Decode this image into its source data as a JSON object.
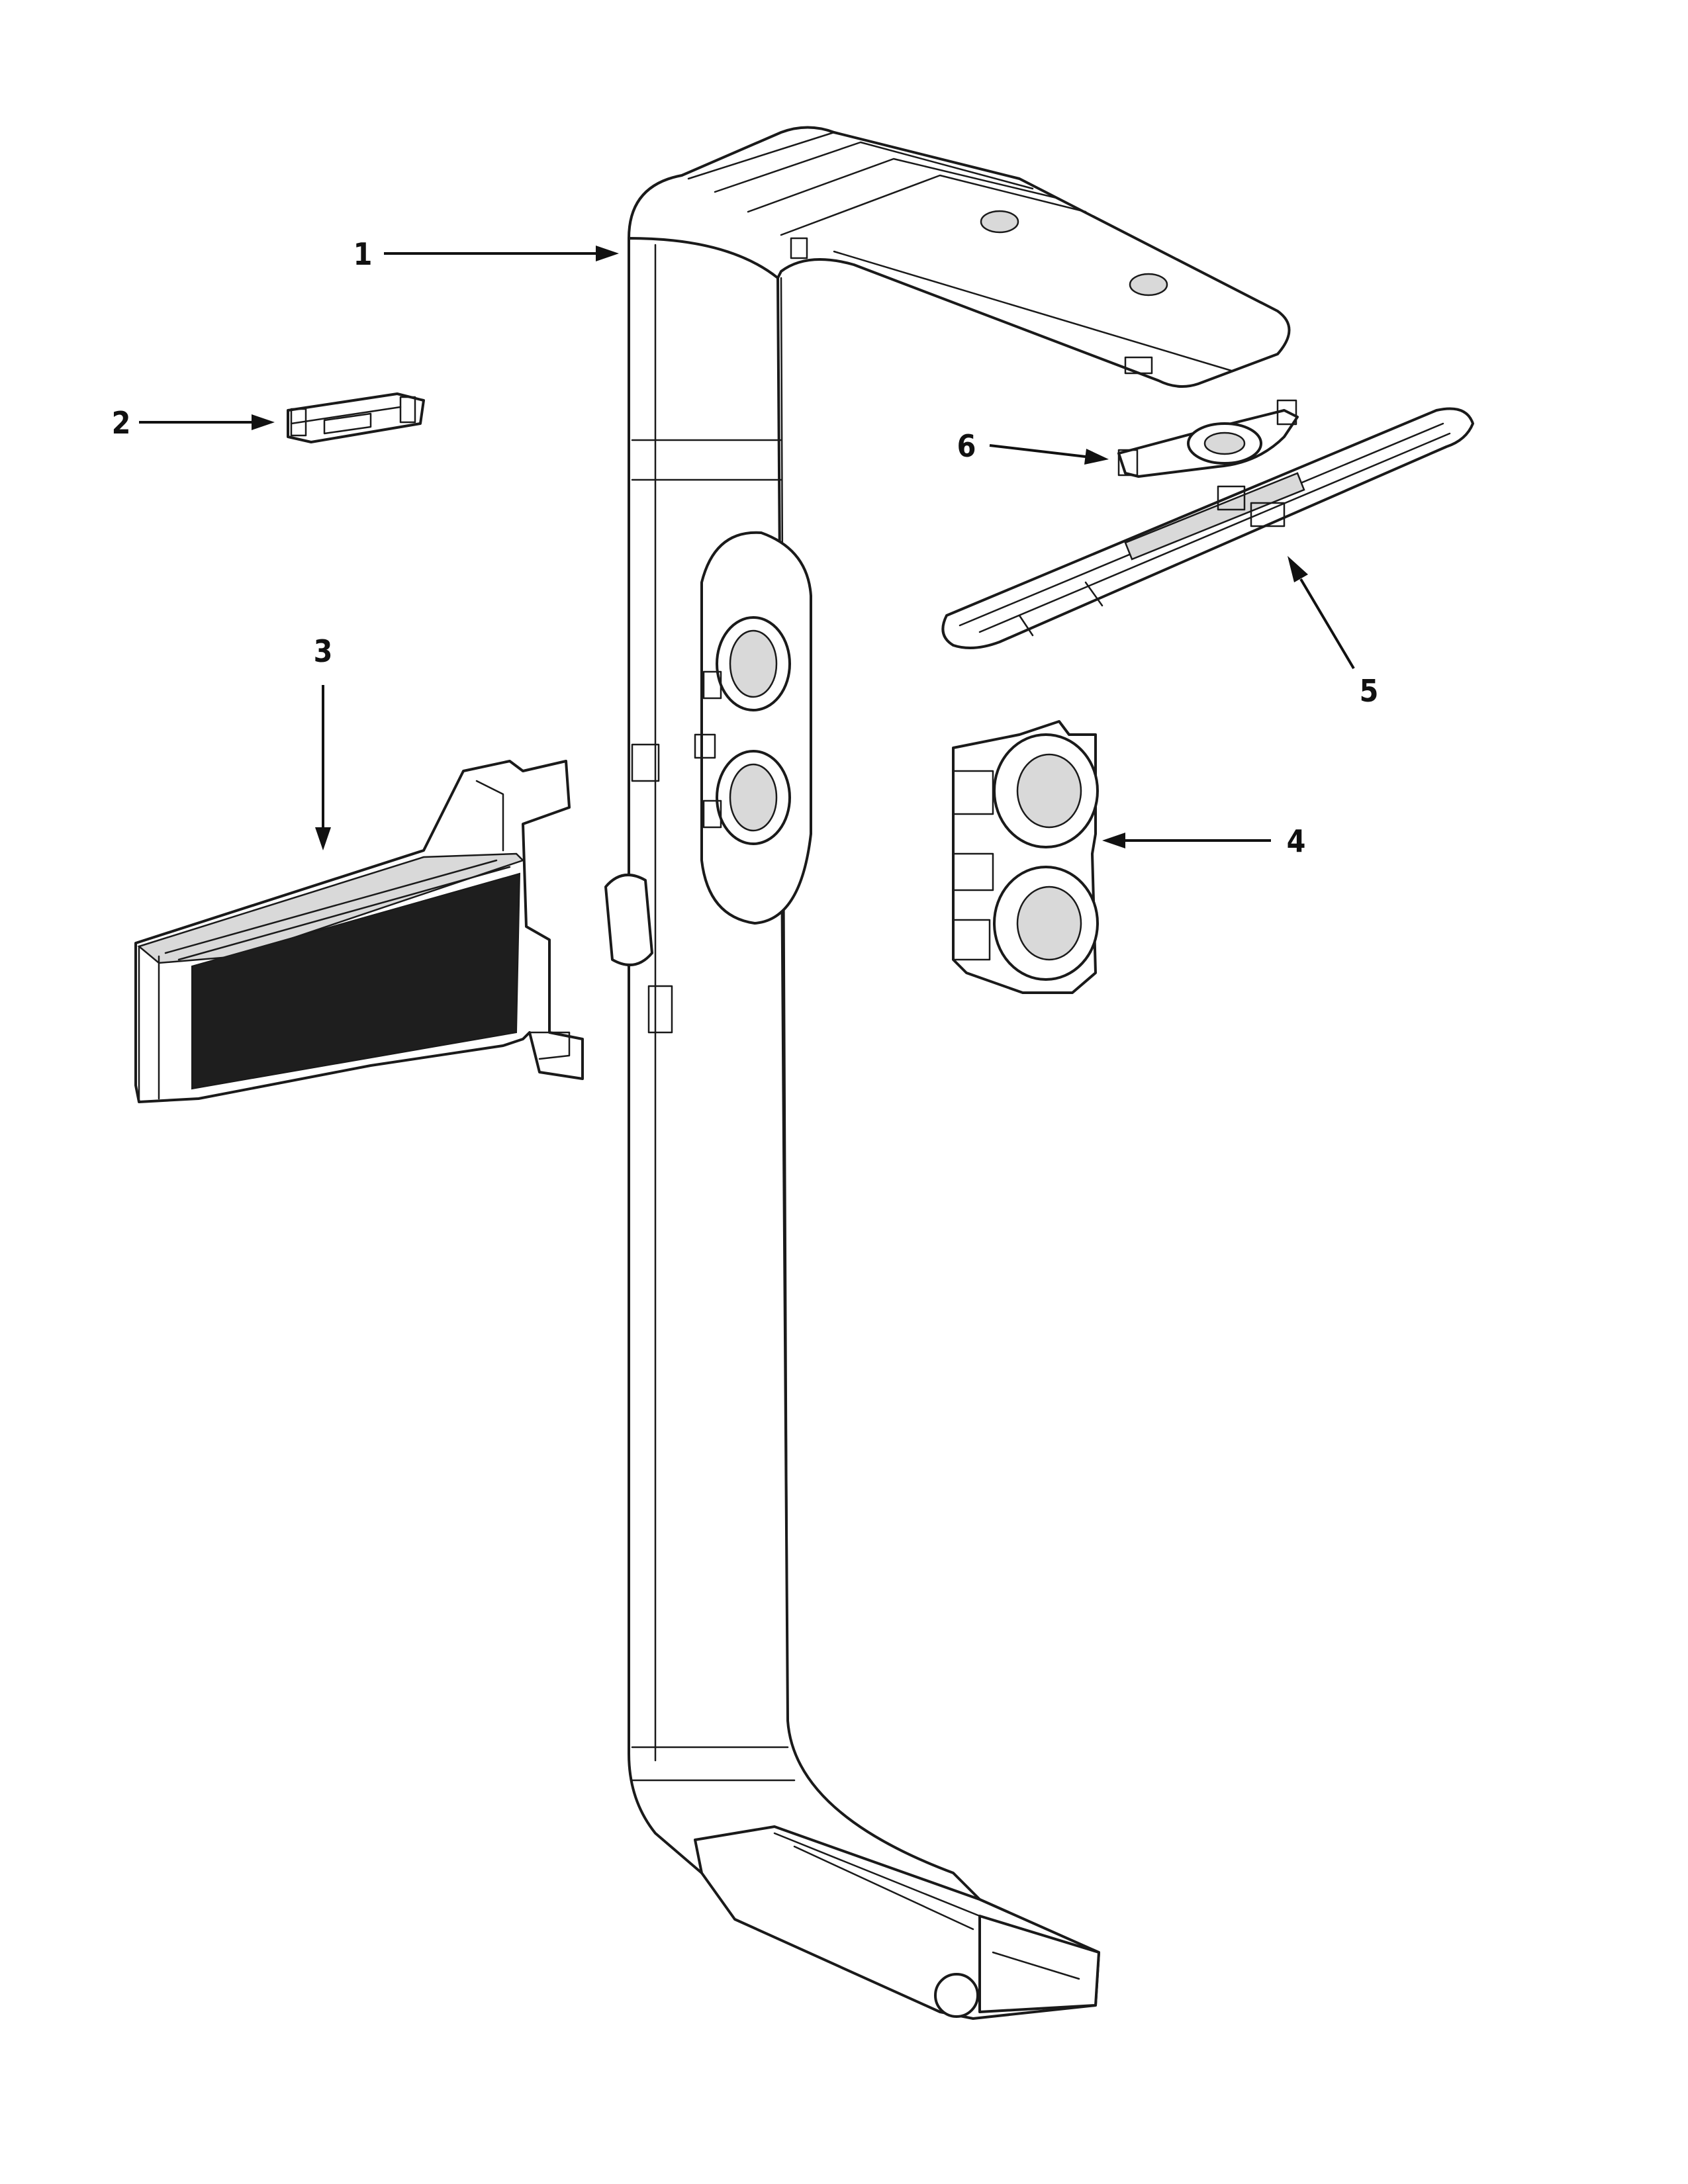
{
  "callouts": [
    {
      "id": "1",
      "label": "1"
    },
    {
      "id": "2",
      "label": "2"
    },
    {
      "id": "3",
      "label": "3"
    },
    {
      "id": "4",
      "label": "4"
    },
    {
      "id": "5",
      "label": "5"
    },
    {
      "id": "6",
      "label": "6"
    }
  ],
  "colors": {
    "line": "#1a1a1a",
    "background": "#ffffff",
    "filter_mesh": "#1e1e1e"
  }
}
